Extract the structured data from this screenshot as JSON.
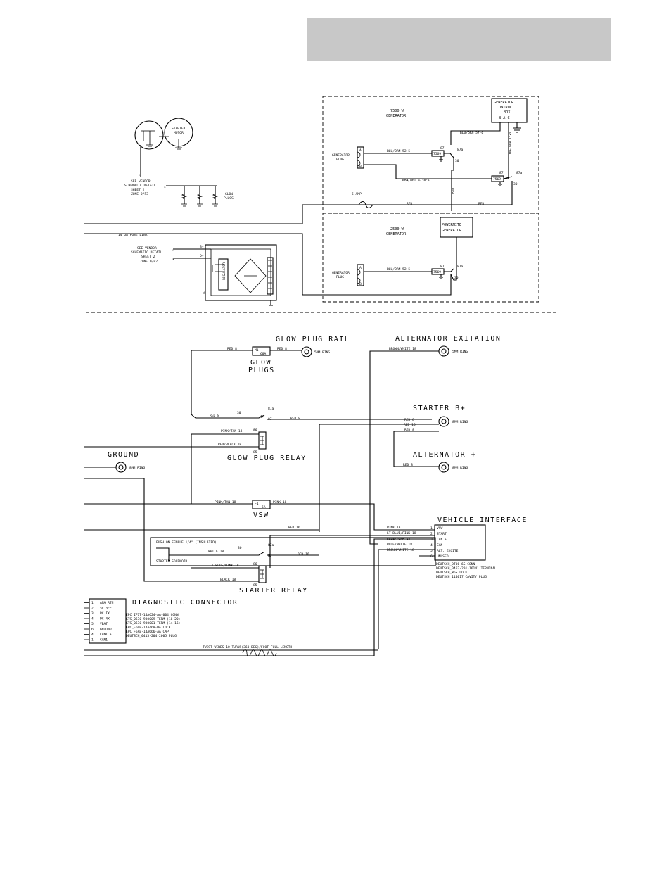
{
  "header_box": {
    "color": "#c8c8c8"
  },
  "upper": {
    "gen7500": {
      "title": [
        "7500 W",
        "GENERATOR"
      ],
      "control_box": [
        "GENERATOR",
        "CONTROL",
        "BOX"
      ],
      "control_pins": "B  A  C",
      "plug_label": [
        "GENERATOR",
        "PLUG"
      ],
      "plug_pins": [
        "A",
        "B"
      ],
      "wires": [
        "BLU/ORN 57-6",
        "BLU/ORN 52-5",
        "BRN/WHT 47-8-2",
        "YEL/RED 7-20",
        "RED",
        "RED",
        "RED"
      ],
      "relay1": [
        "87",
        "87a",
        "30",
        "7569"
      ],
      "relay2": [
        "87",
        "87a",
        "30",
        "7569"
      ],
      "fuse": "5 AMP"
    },
    "gen2500": {
      "title": [
        "2500 W",
        "GENERATOR"
      ],
      "powermite": [
        "POWERMITE",
        "GENERATOR"
      ],
      "plug_label": [
        "GENERATOR",
        "PLUG"
      ],
      "plug_pins": [
        "A",
        "B"
      ],
      "wire": "BLU/ORN 52-5",
      "relay": [
        "87",
        "87a",
        "30",
        "7569"
      ]
    },
    "starter_motor": [
      "STARTER",
      "MOTOR"
    ],
    "vendor_note_1": [
      "SEE VENDOR",
      "SCHEMATIC DETAIL",
      "SHEET 2",
      "ZONE D/F3"
    ],
    "glow_plugs_note": [
      "GLOW",
      "PLUGS"
    ],
    "fuse_link": "14 GA FUSE LINK",
    "vendor_note_2": [
      "SEE VENDOR",
      "SCHEMATIC DETAIL",
      "SHEET 2",
      "ZONE D/E2"
    ],
    "alt_pins": [
      "B+",
      "D+",
      "W"
    ],
    "regulator": "REGULATOR"
  },
  "lower": {
    "glow_plug_rail": {
      "title": "GLOW PLUG RAIL",
      "ring": "5MM RING",
      "wire_in": "RED 8",
      "wire_out": "RED 8",
      "fuse": [
        "M1",
        "60A"
      ]
    },
    "glow_plugs": [
      "GLOW",
      "PLUGS"
    ],
    "glow_relay_contacts": {
      "pin30": "30",
      "pin87a": "87a",
      "pin87": "87",
      "wire_in": "RED 8",
      "wire_out": "RED 8"
    },
    "glow_plug_relay": {
      "title": "GLOW PLUG RELAY",
      "wire_a": "PINK/TAN 18",
      "wire_b": "RED/BLACK 18",
      "pin86": "86",
      "pin85": "85"
    },
    "ground": {
      "title": "GROUND",
      "ring": "8MM RING"
    },
    "alternator_excitation": {
      "title": "ALTERNATOR EXITATION",
      "ring": "5MM RING",
      "wire": "BROWN/WHITE 18"
    },
    "starter_bplus": {
      "title": "STARTER B+",
      "ring": "8MM RING",
      "wires": [
        "RED 8",
        "RED 16",
        "RED 8"
      ]
    },
    "alternator_plus": {
      "title": "ALTERNATOR +",
      "ring": "8MM RING",
      "wire": "RED 8"
    },
    "vsw": {
      "title": "VSW",
      "wire_in": "PINK/TAN 18",
      "wire_out": "PINK 18",
      "fuse": [
        "F1",
        "5A"
      ]
    },
    "red16": "RED 16",
    "starter_solenoid": {
      "push_on": "PUSH ON FEMALE 1/4\" (INSULATED)",
      "label": "STARTER SOLENOID",
      "wire": "WHITE 18",
      "wire_out": "RED 16",
      "pin30": "30",
      "pin87a": "87a",
      "pin87": "87"
    },
    "starter_relay": {
      "title": "STARTER RELAY",
      "wire_a": "LT BLUE/PINK 18",
      "wire_b": "BLACK 18",
      "pin86": "86",
      "pin85": "85"
    },
    "vehicle_interface": {
      "title": "VEHICLE INTERFACE",
      "pins": [
        {
          "wire": "PINK 18",
          "num": "1",
          "name": "VSW"
        },
        {
          "wire": "LT BLUE/PINK 18",
          "num": "2",
          "name": "START"
        },
        {
          "wire": "BLUE/PINK 18",
          "num": "3",
          "name": "CAN +"
        },
        {
          "wire": "BLUE/WHITE 18",
          "num": "4",
          "name": "CAN -"
        },
        {
          "wire": "BROWN/WHITE 18",
          "num": "5",
          "name": "ALT. EXCITE"
        },
        {
          "wire": "",
          "num": "6",
          "name": "UNUSED"
        }
      ],
      "notes": [
        "DEUTSCH_DT06-6S CONN",
        "DEUTSCH_0462-201-16141 TERMINAL",
        "DEUTSCH_W6S LOCK",
        "DEUTSCH_114017 CAVITY PLUG"
      ]
    },
    "diagnostic": {
      "title": "DIAGNOSTIC CONNECTOR",
      "pins": [
        {
          "num": "1",
          "name": "ANA RTN"
        },
        {
          "num": "2",
          "name": "5V REF"
        },
        {
          "num": "3",
          "name": "PC TX"
        },
        {
          "num": "4",
          "name": "PC RX"
        },
        {
          "num": "5",
          "name": "VBAT"
        },
        {
          "num": "6",
          "name": "GROUND"
        },
        {
          "num": "4",
          "name": "CAN1 +"
        },
        {
          "num": "1",
          "name": "CAN1 -"
        }
      ],
      "notes": [
        "EPC_IFIT-14A624-AA-004 CONN",
        "GTS_0530-930009 TERM (18-20)",
        "GTS_0530-930001 TERM (14-16)",
        "EPC_E6DB-14A468-DA LOCK",
        "EPC_F5AB-14A666-AA CAP",
        "DEUTSCH_0413-204-2005 PLUG"
      ]
    },
    "twist_note": "TWIST WIRES 10 TURNS(360 DEG)/FOOT FULL LENGTH"
  }
}
